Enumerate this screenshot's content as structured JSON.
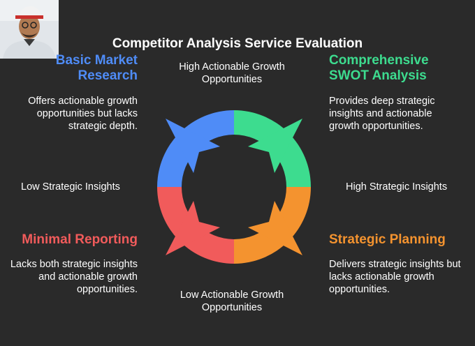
{
  "title": "Competitor Analysis Service Evaluation",
  "axes": {
    "top": "High Actionable Growth Opportunities",
    "bottom": "Low Actionable Growth Opportunities",
    "left": "Low Strategic Insights",
    "right": "High Strategic Insights"
  },
  "quadrants": {
    "top_left": {
      "title": "Basic Market Research",
      "description": "Offers actionable growth opportunities but lacks strategic depth.",
      "color": "#4f8cf7"
    },
    "top_right": {
      "title": "Comprehensive SWOT Analysis",
      "description": "Provides deep strategic insights and actionable growth opportunities.",
      "color": "#3ddc8f"
    },
    "bottom_left": {
      "title": "Minimal Reporting",
      "description": "Lacks both strategic insights and actionable growth opportunities.",
      "color": "#f15b5b"
    },
    "bottom_right": {
      "title": "Strategic Planning",
      "description": "Delivers strategic insights but lacks actionable growth opportunities.",
      "color": "#f4932f"
    }
  }
}
